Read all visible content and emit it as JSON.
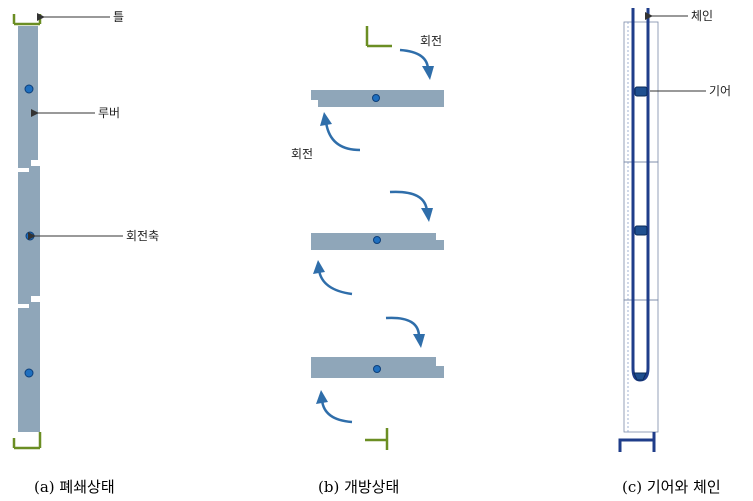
{
  "panel_a": {
    "labels": {
      "frame": "틀",
      "louver": "루버",
      "pivot": "회전축"
    },
    "caption": "(a) 폐쇄상태"
  },
  "panel_b": {
    "labels": {
      "rotation_top": "회전",
      "rotation_bottom": "회전"
    },
    "caption": "(b) 개방상태"
  },
  "panel_c": {
    "labels": {
      "chain": "체인",
      "gear": "기어"
    },
    "caption": "(c) 기어와 체인"
  },
  "colors": {
    "louver": "#8fa6b9",
    "frame": "#6b8e23",
    "pivot": "#1f6fbf",
    "rotation_arrow": "#2f6eaa",
    "chain": "#1f3d8a"
  }
}
